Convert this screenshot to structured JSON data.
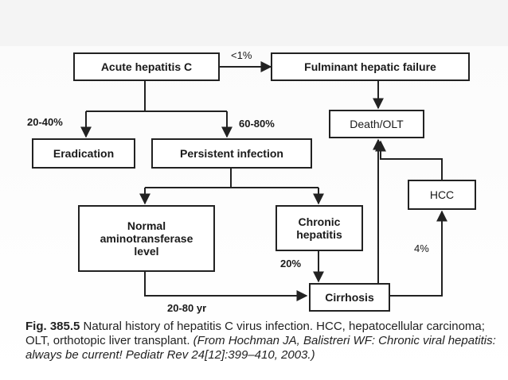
{
  "diagram": {
    "nodes": {
      "acute": "Acute hepatitis C",
      "fulminant": "Fulminant hepatic failure",
      "death": "Death/OLT",
      "eradication": "Eradication",
      "persistent": "Persistent infection",
      "hcc": "HCC",
      "normal_l1": "Normal",
      "normal_l2": "aminotransferase",
      "normal_l3": "level",
      "chronic_l1": "Chronic",
      "chronic_l2": "hepatitis",
      "cirrhosis": "Cirrhosis"
    },
    "labels": {
      "lt1": "<1%",
      "p2040": "20-40%",
      "p6080": "60-80%",
      "p20": "20%",
      "p4": "4%",
      "yr": "20-80 yr"
    }
  },
  "caption": {
    "fig": "Fig. 385.5",
    "text": " Natural history of hepatitis C virus infection. HCC, hepatocellular carcinoma; OLT, orthotopic liver transplant. ",
    "source": "(From Hochman JA, Balistreri WF: Chronic viral hepatitis: always be current! Pediatr Rev 24[12]:399–410, 2003.)"
  }
}
